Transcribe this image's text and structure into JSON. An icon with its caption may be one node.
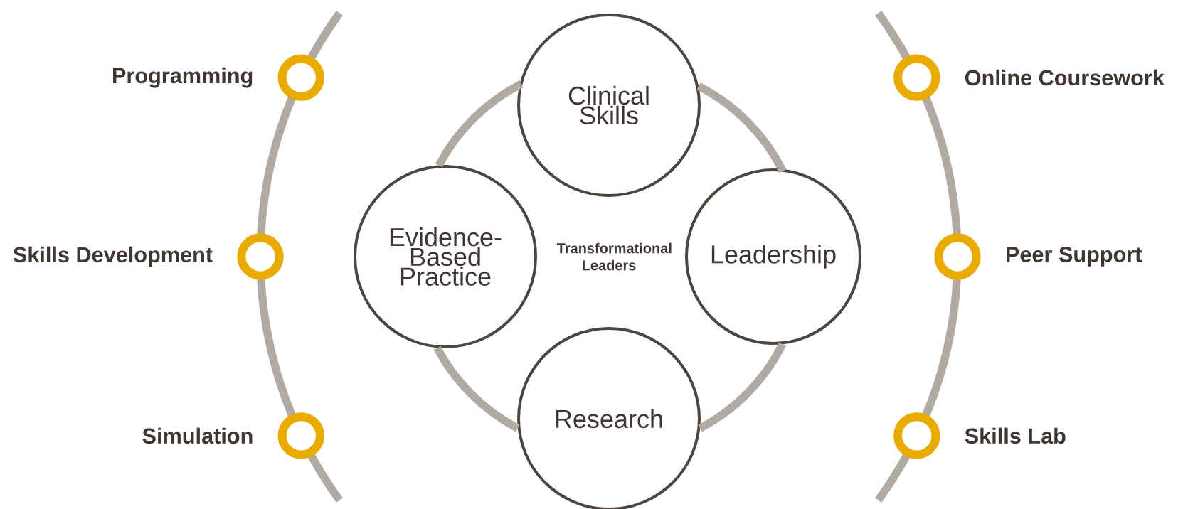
{
  "diagram": {
    "nodes": [
      {
        "text": [
          "Clinical Skills"
        ]
      },
      {
        "text": [
          "Evidence-Based Practice"
        ]
      },
      {
        "text": [
          "Leadership"
        ]
      },
      {
        "text": [
          "Research"
        ]
      },
      {
        "text": [],
        "shape": "circle",
        "beside": [
          "Programming"
        ]
      },
      {
        "text": [],
        "shape": "circle",
        "beside": [
          "Online Coursework"
        ]
      },
      {
        "text": [],
        "shape": "circle",
        "beside": [
          "Skills Development"
        ]
      },
      {
        "text": [],
        "shape": "circle",
        "beside": [
          "Peer Support"
        ]
      },
      {
        "text": [],
        "shape": "circle",
        "beside": [
          "Simulation"
        ]
      },
      {
        "text": [],
        "shape": "circle",
        "beside": [
          "Skills Lab"
        ]
      }
    ],
    "edges": [
      {
        "from": 0,
        "to": 2,
        "arrow": "none"
      },
      {
        "from": 2,
        "to": 3,
        "arrow": "none"
      },
      {
        "from": 3,
        "to": 1,
        "arrow": "none"
      },
      {
        "from": 1,
        "to": 0,
        "arrow": "none"
      }
    ],
    "labels": [
      "Transformational Leaders"
    ]
  }
}
